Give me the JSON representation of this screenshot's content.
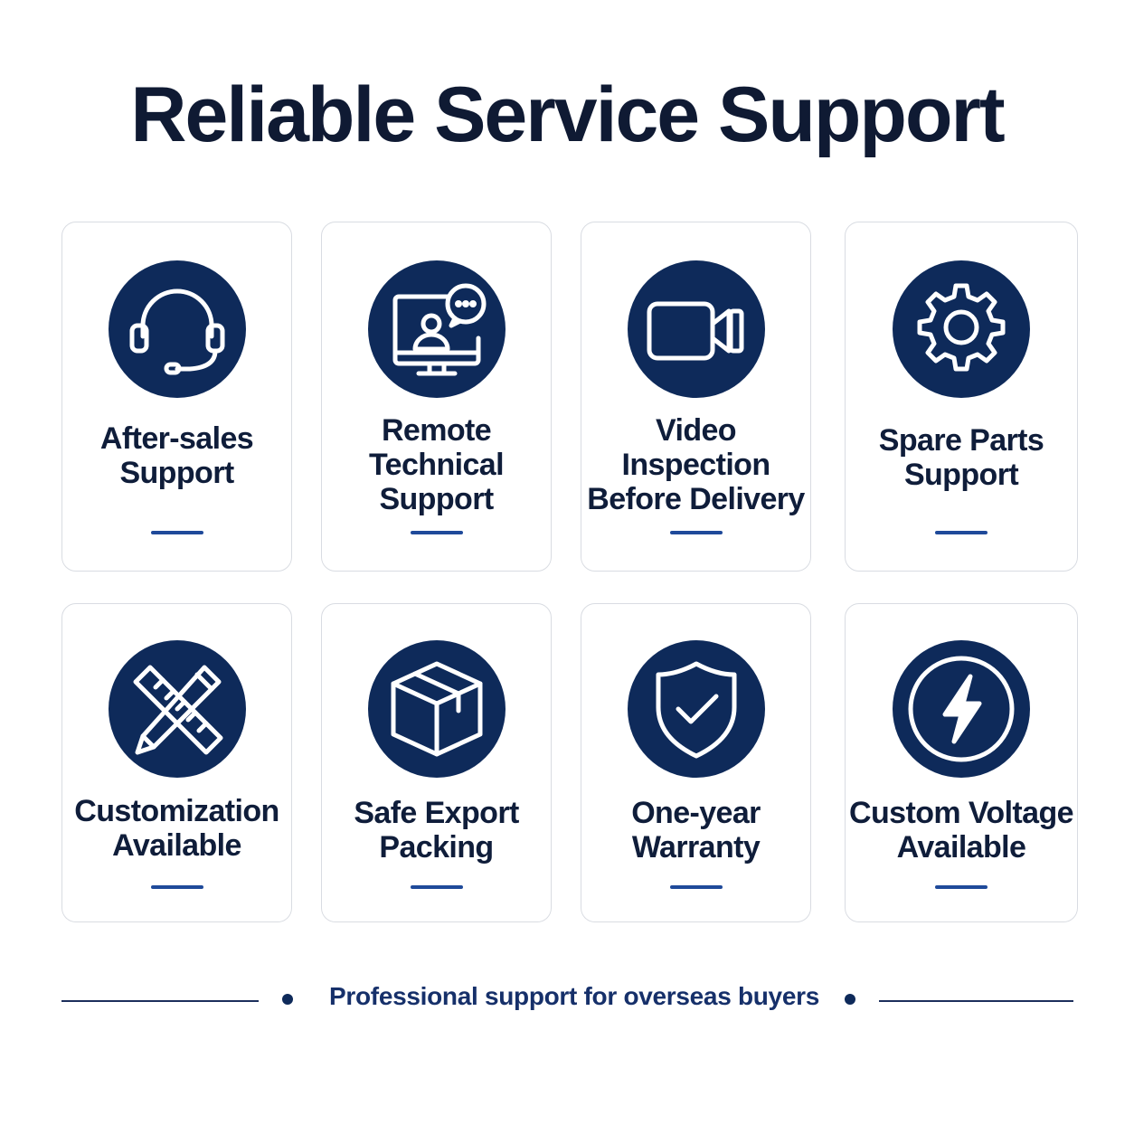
{
  "title": "Reliable Service Support",
  "cards": [
    {
      "label": "After-sales\nSupport",
      "icon": "headset-icon"
    },
    {
      "label": "Remote\nTechnical\nSupport",
      "icon": "monitor-chat-icon"
    },
    {
      "label": "Video\nInspection\nBefore Delivery",
      "icon": "video-camera-icon"
    },
    {
      "label": "Spare Parts\nSupport",
      "icon": "gear-icon"
    },
    {
      "label": "Customization\nAvailable",
      "icon": "pencil-ruler-icon"
    },
    {
      "label": "Safe Export\nPacking",
      "icon": "box-icon"
    },
    {
      "label": "One-year\nWarranty",
      "icon": "shield-check-icon"
    },
    {
      "label": "Custom Voltage\nAvailable",
      "icon": "lightning-icon"
    }
  ],
  "footer": {
    "text": "Professional support for overseas buyers"
  },
  "colors": {
    "navy": "#0e2a5a",
    "accent": "#1f4a9a",
    "border": "#d9dce2"
  }
}
